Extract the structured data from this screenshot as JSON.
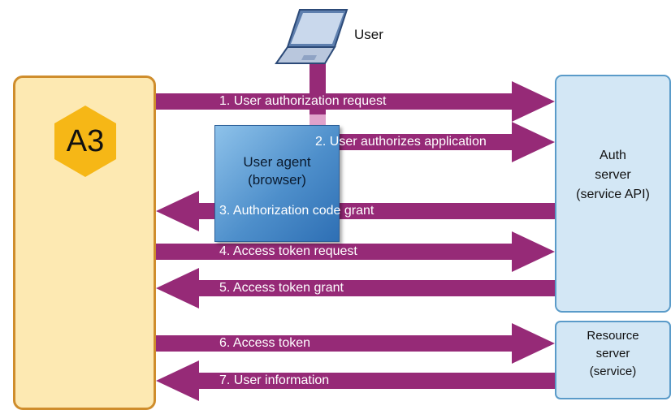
{
  "user": {
    "label": "User"
  },
  "client": {
    "label": "A3"
  },
  "user_agent": {
    "label": "User agent\n(browser)"
  },
  "auth_server": {
    "label": "Auth\nserver\n(service API)"
  },
  "resource_server": {
    "label": "Resource\nserver\n(service)"
  },
  "steps": [
    {
      "label": "1. User authorization request",
      "direction": "right"
    },
    {
      "label": "2. User authorizes application",
      "direction": "right"
    },
    {
      "label": "3. Authorization code grant",
      "direction": "left"
    },
    {
      "label": "4. Access token request",
      "direction": "right"
    },
    {
      "label": "5. Access token grant",
      "direction": "left"
    },
    {
      "label": "6. Access token",
      "direction": "right"
    },
    {
      "label": "7. User information",
      "direction": "left"
    }
  ],
  "colors": {
    "arrow": "#962a77",
    "client_fill": "#fde9b2",
    "client_border": "#cf8d2c",
    "badge": "#f6b716",
    "server_fill": "#d3e7f5",
    "server_border": "#5a9bc9",
    "agent_fill": "#4e8fcb"
  }
}
